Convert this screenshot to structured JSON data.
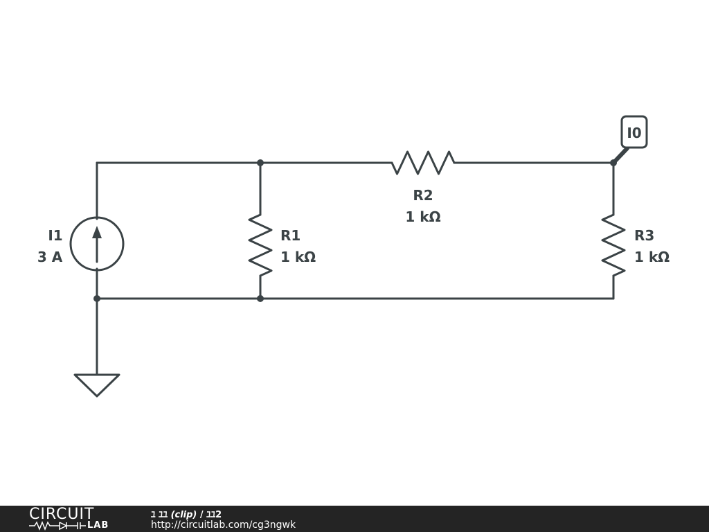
{
  "components": {
    "i1": {
      "name": "I1",
      "value": "3 A"
    },
    "r1": {
      "name": "R1",
      "value": "1 kΩ"
    },
    "r2": {
      "name": "R2",
      "value": "1 kΩ"
    },
    "r3": {
      "name": "R3",
      "value": "1 kΩ"
    }
  },
  "probe": {
    "label": "I0"
  },
  "footer": {
    "logo_top": "CIRCUIT",
    "logo_bottom": "LAB",
    "title_prefix": "ﾕ ﾕﾕ",
    "title_clip": "(clip)",
    "title_suffix": "/ ﾕﾕ2",
    "url": "http://circuitlab.com/cg3ngwk"
  },
  "colors": {
    "stroke": "#3b4346",
    "footer_bg": "#242424",
    "footer_text": "#ffffff"
  }
}
